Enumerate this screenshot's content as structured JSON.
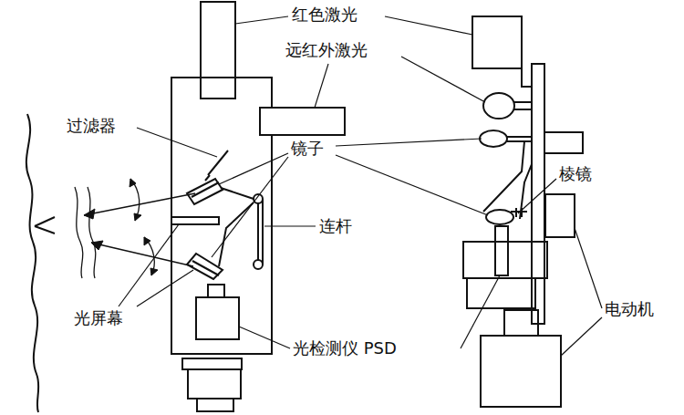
{
  "diagram": {
    "labels": [
      "红色激光",
      "远红外激光",
      "过滤器",
      "镜子",
      "连杆",
      "棱镜",
      "光屏幕",
      "电动机",
      "光检测仪 PSD"
    ]
  }
}
